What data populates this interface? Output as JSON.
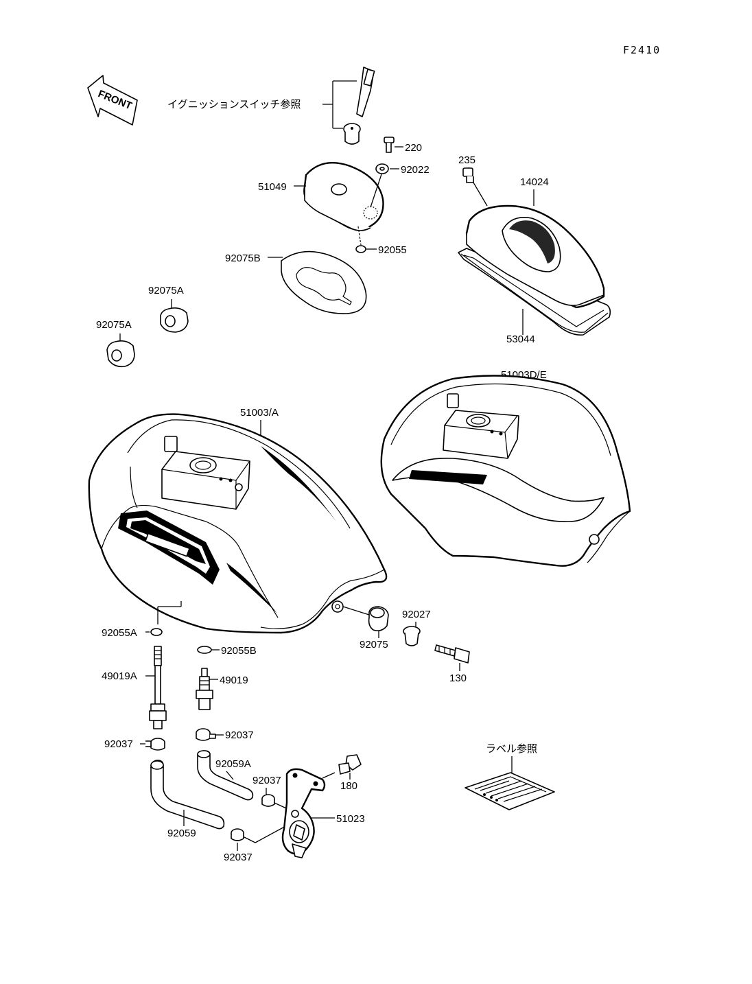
{
  "figure_code": "F2410",
  "front_arrow_text": "FRONT",
  "ignition_ref": "イグニッションスイッチ参照",
  "label_ref": "ラベル参照",
  "parts": {
    "p220": "220",
    "p92022": "92022",
    "p235": "235",
    "p14024": "14024",
    "p51049": "51049",
    "p92055": "92055",
    "p92075B": "92075B",
    "p53044": "53044",
    "p92075A_1": "92075A",
    "p92075A_2": "92075A",
    "p51003DE": "51003D/E",
    "p51003A": "51003/A",
    "p92055A": "92055A",
    "p92055B": "92055B",
    "p92075": "92075",
    "p92027": "92027",
    "p130": "130",
    "p49019A": "49019A",
    "p49019": "49019",
    "p92037_1": "92037",
    "p92037_2": "92037",
    "p92037_3": "92037",
    "p92037_4": "92037",
    "p92059A": "92059A",
    "p180": "180",
    "p51023": "51023",
    "p92059": "92059"
  }
}
